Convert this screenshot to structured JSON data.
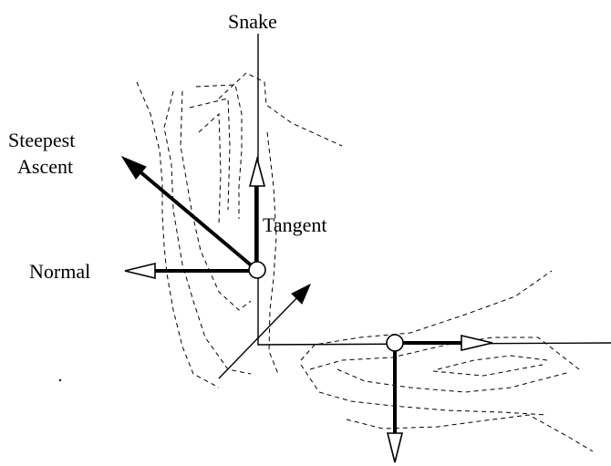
{
  "labels": {
    "snake": "Snake",
    "steepest_ascent_line1": "Steepest",
    "steepest_ascent_line2": "Ascent",
    "tangent": "Tangent",
    "normal": "Normal"
  }
}
